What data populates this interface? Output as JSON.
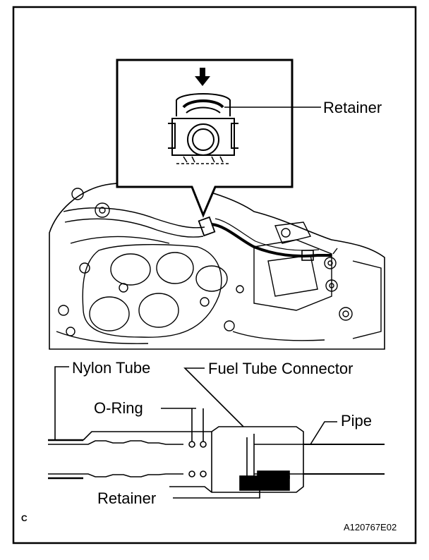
{
  "labels": {
    "retainer_top": "Retainer",
    "nylon_tube": "Nylon Tube",
    "fuel_tube_connector": "Fuel Tube Connector",
    "o_ring": "O-Ring",
    "pipe": "Pipe",
    "retainer_bottom": "Retainer",
    "panel_letter": "C",
    "figure_code": "A120767E02"
  }
}
